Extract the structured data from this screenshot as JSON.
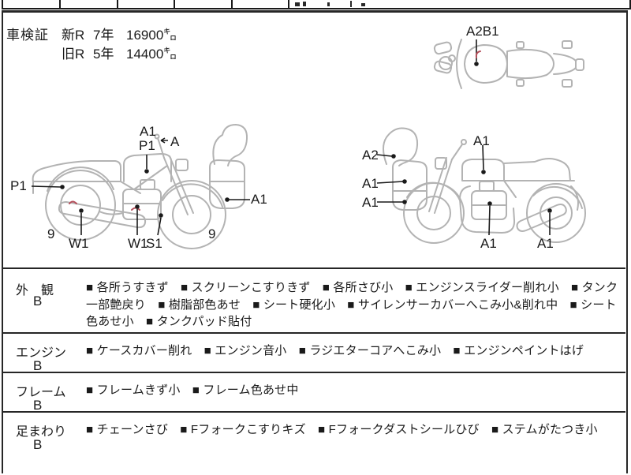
{
  "colors": {
    "ink": "#1a1a1a",
    "line_art": "#b3b3b3",
    "marker_red": "#b5505c",
    "border": "#262626"
  },
  "legend": {
    "bullet": "■"
  },
  "registration": {
    "label": "車検証",
    "rows": [
      {
        "era": "新R",
        "year": "7年",
        "odometer": "16900㌔"
      },
      {
        "era": "旧R",
        "year": "5年",
        "odometer": "14400㌔"
      }
    ]
  },
  "annotations": {
    "top_view": {
      "tank": "A2B1"
    },
    "left_view": {
      "tank_upper": "A1",
      "tank_lower": "P1",
      "mirror": "A",
      "rear_fender": "P1",
      "front_cowl": "A1",
      "rear_wheel": "9",
      "front_wheel": "9",
      "muffler": "W1",
      "engine": "W1",
      "step": "S1"
    },
    "right_view": {
      "cowl_upper": "A2",
      "cowl_mid": "A1",
      "cowl_lower": "A1",
      "tank": "A1",
      "engine": "A1",
      "muffler": "A1"
    }
  },
  "condition_sections": [
    {
      "name": "外　観",
      "grade": "B",
      "items": [
        "各所うすきず",
        "スクリーンこすりきず",
        "各所さび小",
        "エンジンスライダー削れ小",
        "タンク一部艶戻り",
        "樹脂部色あせ",
        "シート硬化小",
        "サイレンサーカバーへこみ小&削れ中",
        "シート色あせ小",
        "タンクパッド貼付"
      ]
    },
    {
      "name": "エンジン",
      "grade": "B",
      "items": [
        "ケースカバー削れ",
        "エンジン音小",
        "ラジエターコアへこみ小",
        "エンジンペイントはげ"
      ]
    },
    {
      "name": "フレーム",
      "grade": "B",
      "items": [
        "フレームきず小",
        "フレーム色あせ中"
      ]
    },
    {
      "name": "足まわり",
      "grade": "B",
      "items": [
        "チェーンさび",
        "Fフォークこすりキズ",
        "Fフォークダストシールひび",
        "ステムがたつき小"
      ]
    }
  ]
}
